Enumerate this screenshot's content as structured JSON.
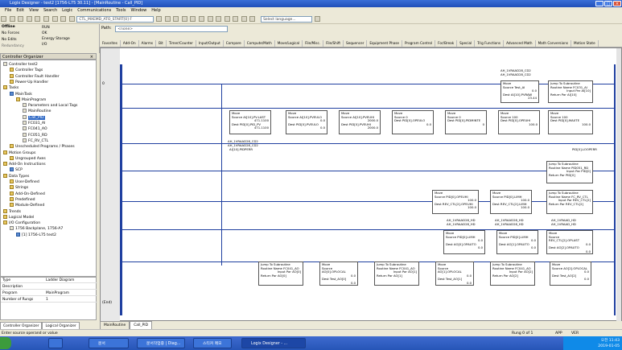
{
  "window": {
    "title": "Logix Designer - test2 [1756-L75 30.11] - [MainRoutine - Call_PID]"
  },
  "menu": [
    "File",
    "Edit",
    "View",
    "Search",
    "Logic",
    "Communications",
    "Tools",
    "Window",
    "Help"
  ],
  "toolbar": {
    "path_combo": "CTL_MXEMD_ATO_START[0] F",
    "search_placeholder": "Select language..."
  },
  "status": {
    "mode": "Offline",
    "forces": "No Forces",
    "edits": "No Edits",
    "redundancy": "Redundancy",
    "run": "RUN",
    "ok": "OK",
    "energy": "Energy Storage",
    "io": "I/O"
  },
  "path": {
    "label": "Path:",
    "value": "<none>"
  },
  "inst_tabs": [
    "Favorites",
    "Add-On",
    "Alarms",
    "Bit",
    "Timer/Counter",
    "Input/Output",
    "Compare",
    "Compute/Math",
    "Move/Logical",
    "File/Misc.",
    "File/Shift",
    "Sequencer",
    "Equipment Phase",
    "Program Control",
    "For/Break",
    "Special",
    "Trig Functions",
    "Advanced Math",
    "Math Conversions",
    "Motion State"
  ],
  "organizer": {
    "title": "Controller Organizer",
    "tree": [
      {
        "label": "Controller test2",
        "d": 0,
        "i": "g"
      },
      {
        "label": "Controller Tags",
        "d": 1,
        "i": "y"
      },
      {
        "label": "Controller Fault Handler",
        "d": 1,
        "i": "y"
      },
      {
        "label": "Power-Up Handler",
        "d": 1,
        "i": "y"
      },
      {
        "label": "Tasks",
        "d": 0,
        "i": "y"
      },
      {
        "label": "MainTask",
        "d": 1,
        "i": "r"
      },
      {
        "label": "MainProgram",
        "d": 2,
        "i": "y"
      },
      {
        "label": "Parameters and Local Tags",
        "d": 3,
        "i": "g"
      },
      {
        "label": "MainRoutine",
        "d": 3,
        "i": "g"
      },
      {
        "label": "Call_PID",
        "d": 3,
        "i": "g",
        "sel": true
      },
      {
        "label": "FC031_AI",
        "d": 3,
        "i": "g"
      },
      {
        "label": "FC041_AO",
        "d": 3,
        "i": "g"
      },
      {
        "label": "FC051_RD",
        "d": 3,
        "i": "g"
      },
      {
        "label": "FC_RV_CTL",
        "d": 3,
        "i": "g"
      },
      {
        "label": "Unscheduled Programs / Phases",
        "d": 1,
        "i": "y"
      },
      {
        "label": "Motion Groups",
        "d": 0,
        "i": "y"
      },
      {
        "label": "Ungrouped Axes",
        "d": 1,
        "i": "y"
      },
      {
        "label": "Add-On Instructions",
        "d": 0,
        "i": "y"
      },
      {
        "label": "SCP",
        "d": 1,
        "i": "r"
      },
      {
        "label": "Data Types",
        "d": 0,
        "i": "y"
      },
      {
        "label": "User-Defined",
        "d": 1,
        "i": "y"
      },
      {
        "label": "Strings",
        "d": 1,
        "i": "y"
      },
      {
        "label": "Add-On-Defined",
        "d": 1,
        "i": "y"
      },
      {
        "label": "Predefined",
        "d": 1,
        "i": "y"
      },
      {
        "label": "Module-Defined",
        "d": 1,
        "i": "y"
      },
      {
        "label": "Trends",
        "d": 0,
        "i": "y"
      },
      {
        "label": "Logical Model",
        "d": 0,
        "i": "y"
      },
      {
        "label": "I/O Configuration",
        "d": 0,
        "i": "y"
      },
      {
        "label": "1756 Backplane, 1756-A7",
        "d": 1,
        "i": "g"
      },
      {
        "label": "[1] 1756-L75 test2",
        "d": 2,
        "i": "r"
      }
    ],
    "props": [
      {
        "k": "Type",
        "v": "Ladder Diagram"
      },
      {
        "k": "Description",
        "v": ""
      },
      {
        "k": "Program",
        "v": "MainProgram"
      },
      {
        "k": "Number of Rungs",
        "v": "1"
      }
    ],
    "bottom_tabs": [
      "Controller Organizer",
      "Logical Organizer"
    ]
  },
  "ladder": {
    "end_label": "(End)",
    "rung_number": "0",
    "top_tags": [
      "AH_1VRAAD28_CD2",
      "AH_1VRAAD28_CD2"
    ],
    "mid_tags": [
      "AH_1VRAAD28_CD2",
      "AH_1VRAAD28_CD2",
      "AI[10].PIDPERR"
    ],
    "right_coil": "PID[0].LOOPERR",
    "row3_tags": [
      "AH_1VRAAD28_HD",
      "AH_1VRAAD28_HD",
      "AH_1VRAAD28_HD",
      "AH_1VRAAD28_HD",
      "AH_1VRAAD_HD",
      "AH_1VRAAD_HD"
    ],
    "boxes": [
      {
        "t": "Move",
        "l1": "Source Test_AI",
        "l2": "0.0",
        "l3": "Dest AI[10].PVRAW",
        "l4": "23.44"
      },
      {
        "t": "Jump To Subroutine",
        "l1": "Routine Name FC031_AI",
        "l2": "Input Par AI[10]",
        "l3": "Return Par AI[10]",
        "l4": ""
      },
      {
        "t": "Move",
        "l1": "Source AI[10].PV.LAST",
        "l2": "471.1100",
        "l3": "Dest PID[0].PID_PV",
        "l4": "471.1100"
      },
      {
        "t": "Move",
        "l1": "Source AI[10].PVEULO",
        "l2": "0.0",
        "l3": "Dest PID[0].PVEULO",
        "l4": "0.0"
      },
      {
        "t": "Move",
        "l1": "Source AI[10].PVEUHI",
        "l2": "2000.0",
        "l3": "Dest PID[0].PVEUHI",
        "l4": "2000.0"
      },
      {
        "t": "Move",
        "l1": "Source 0",
        "l2": "",
        "l3": "Dest PID[0].OPEULO",
        "l4": "0.0"
      },
      {
        "t": "Move",
        "l1": "Source 0",
        "l2": "",
        "l3": "Dest PID[0].PIDMINTE",
        "l4": "0"
      },
      {
        "t": "Move",
        "l1": "Source 100",
        "l2": "",
        "l3": "Dest PID[0].OPEUHI",
        "l4": "100.0"
      },
      {
        "t": "Move",
        "l1": "Source 100",
        "l2": "",
        "l3": "Dest PID[0].MAXTE",
        "l4": "100.0"
      },
      {
        "t": "Jump To Subroutine",
        "l1": "Routine Name PID051_RD",
        "l2": "Input Par PID[0]",
        "l3": "Return Par PID[0]",
        "l4": ""
      },
      {
        "t": "Move",
        "l1": "Source PID[0].OPEUHI",
        "l2": "100.0",
        "l3": "Dest REV_CTL[2].OPEUHI",
        "l4": "100.0"
      },
      {
        "t": "Move",
        "l1": "Source PID[0].LIMH",
        "l2": "100.0",
        "l3": "Dest REV_CTL[2].LIMH",
        "l4": "100.0"
      },
      {
        "t": "Jump To Subroutine",
        "l1": "Routine Name FC_RV_CTL",
        "l2": "Input Par REV_CTL[2]",
        "l3": "Return Par REV_CTL[2]",
        "l4": ""
      },
      {
        "t": "Move",
        "l1": "Source PID[0].LIMH",
        "l2": "0.0",
        "l3": "Dest AO[0].OPAUTO",
        "l4": "0.0"
      },
      {
        "t": "Move",
        "l1": "Source PID[0].LIMH",
        "l2": "0.0",
        "l3": "Dest AO[1].OPAUTO",
        "l4": "0.0"
      },
      {
        "t": "Move",
        "l1": "Source REV_CTL[2].OPLAST",
        "l2": "0.0",
        "l3": "Dest AO[2].OPAUTO",
        "l4": "0.0"
      },
      {
        "t": "Jump To Subroutine",
        "l1": "Routine Name FC041_AO",
        "l2": "Input Par AO[0]",
        "l3": "Return Par AO[0]",
        "l4": ""
      },
      {
        "t": "Move",
        "l1": "Source AO[0].OPLOCAL",
        "l2": "0.0",
        "l3": "Dest Test_AO[0]",
        "l4": "0.0"
      },
      {
        "t": "Jump To Subroutine",
        "l1": "Routine Name FC041_AO",
        "l2": "Input Par AO[1]",
        "l3": "Return Par AO[1]",
        "l4": ""
      },
      {
        "t": "Move",
        "l1": "Source AO[1].OPLOCAL",
        "l2": "0.0",
        "l3": "Dest Test_AO[1]",
        "l4": "0.0"
      },
      {
        "t": "Jump To Subroutine",
        "l1": "Routine Name FC041_AO",
        "l2": "Input Par AO[2]",
        "l3": "Return Par AO[2]",
        "l4": ""
      },
      {
        "t": "Move",
        "l1": "Source AO[2].OPLOCAL",
        "l2": "0.0",
        "l3": "Dest Test_AO[2]",
        "l4": "0.0"
      }
    ]
  },
  "routine_tabs": [
    "MainRoutine",
    "Call_PID"
  ],
  "statusbar": {
    "left": "Enter source operand or value",
    "rung": "Rung 0 of 1",
    "app": "APP",
    "mode": "VER"
  },
  "taskbar": {
    "items": [
      "",
      "문서",
      "문서작업중 | Diag...",
      "스티커 메모",
      "Logix Designer - ..."
    ],
    "time": "오전 11:43",
    "date": "2019-01-05"
  }
}
